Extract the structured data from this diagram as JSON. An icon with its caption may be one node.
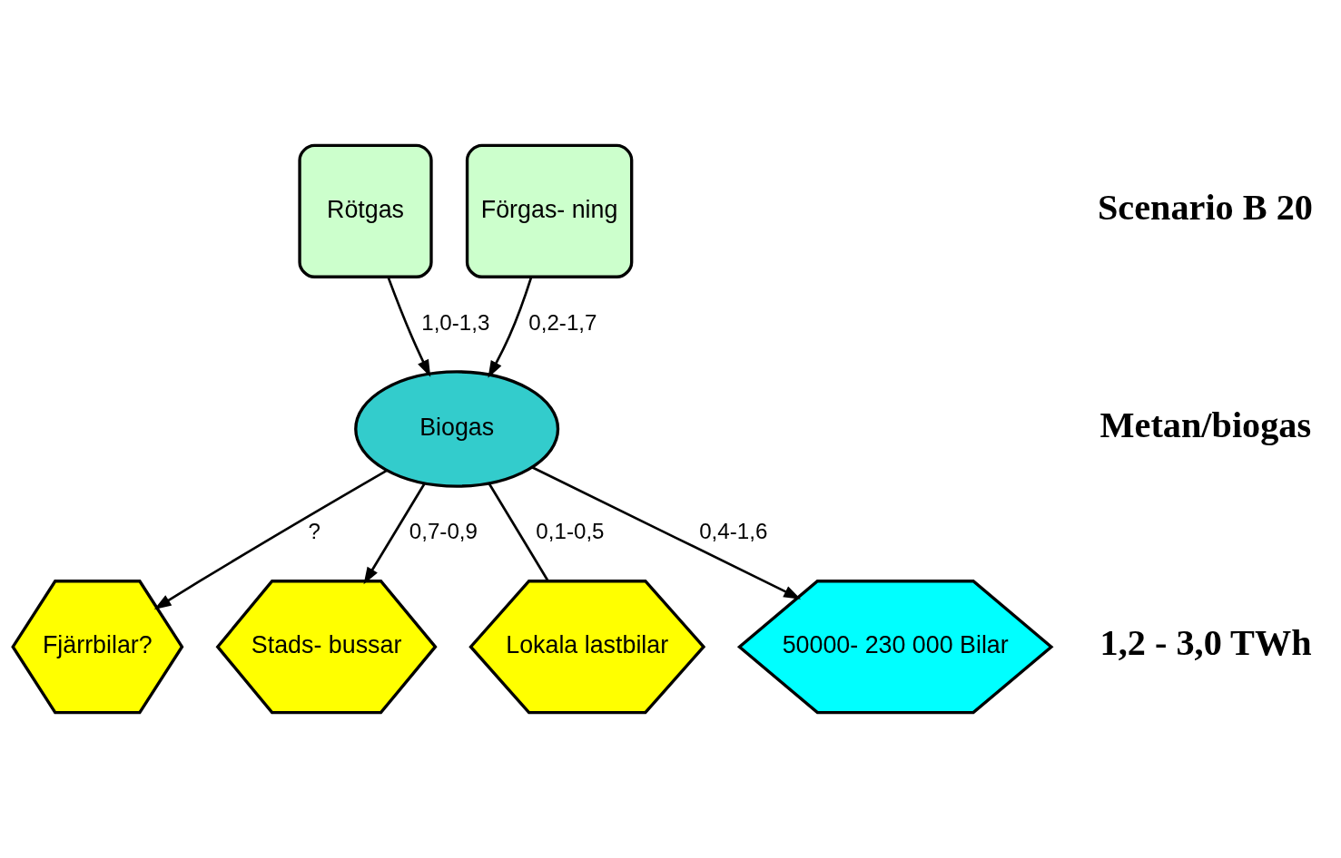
{
  "diagram": {
    "nodes": [
      {
        "text": [
          "Rötgas"
        ]
      },
      {
        "text": [
          "Förgas- ning"
        ]
      },
      {
        "text": [
          "Biogas"
        ]
      },
      {
        "text": [
          "Fjärrbilar?"
        ]
      },
      {
        "text": [
          "Stads- bussar"
        ]
      },
      {
        "text": [
          "Lokala lastbilar"
        ]
      },
      {
        "text": [
          "50000- 230 000 Bilar"
        ]
      }
    ],
    "edges": [
      {
        "from": 0,
        "to": 2,
        "arrow": "to",
        "label": "1,0-1,3"
      },
      {
        "from": 1,
        "to": 2,
        "arrow": "to",
        "label": "0,2-1,7"
      },
      {
        "from": 2,
        "to": 3,
        "arrow": "to",
        "label": "?"
      },
      {
        "from": 2,
        "to": 4,
        "arrow": "to",
        "label": "0,7-0,9"
      },
      {
        "from": 2,
        "to": 5,
        "arrow": "none",
        "label": "0,1-0,5"
      },
      {
        "from": 2,
        "to": 6,
        "arrow": "to",
        "label": "0,4-1,6"
      }
    ],
    "labels": [
      "Scenario B 20",
      "Metan/biogas",
      "1,2 - 3,0 TWh"
    ]
  }
}
